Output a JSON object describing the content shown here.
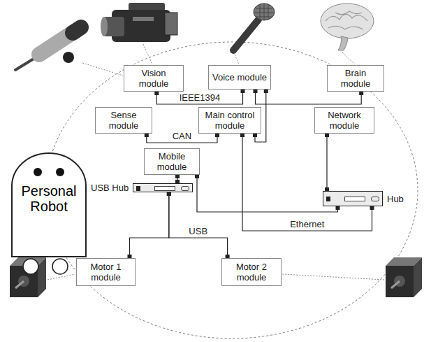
{
  "diagram": {
    "nodes": [
      {
        "text": [
          "Vision module"
        ]
      },
      {
        "text": [
          "Voice module"
        ]
      },
      {
        "text": [
          "Brain module"
        ]
      },
      {
        "text": [
          "Sense module"
        ]
      },
      {
        "text": [
          "Main control module"
        ]
      },
      {
        "text": [
          "Network module"
        ]
      },
      {
        "text": [
          "Hub"
        ]
      },
      {
        "text": [
          "Personal Robot"
        ]
      },
      {
        "text": [
          "Mobile module"
        ]
      },
      {
        "text": [
          "USB Hub"
        ]
      },
      {
        "text": [
          "Motor 1 module"
        ]
      },
      {
        "text": [
          "Motor 2 module"
        ]
      }
    ],
    "edges": [
      {
        "from": 0,
        "to": 1,
        "arrow": "none",
        "label": "IEEE1394"
      },
      {
        "from": 1,
        "to": 2,
        "arrow": "none"
      },
      {
        "from": 1,
        "to": 4,
        "arrow": "none"
      },
      {
        "from": 3,
        "to": 4,
        "arrow": "none",
        "label": "CAN"
      },
      {
        "from": 4,
        "to": 6,
        "arrow": "none",
        "label": "Ethernet"
      },
      {
        "from": 5,
        "to": 6,
        "arrow": "none"
      },
      {
        "from": 8,
        "to": 6,
        "arrow": "none"
      },
      {
        "from": 8,
        "to": 9,
        "arrow": "none"
      },
      {
        "from": 9,
        "to": 10,
        "arrow": "none"
      },
      {
        "from": 9,
        "to": 11,
        "arrow": "none",
        "label": "USB"
      }
    ]
  }
}
